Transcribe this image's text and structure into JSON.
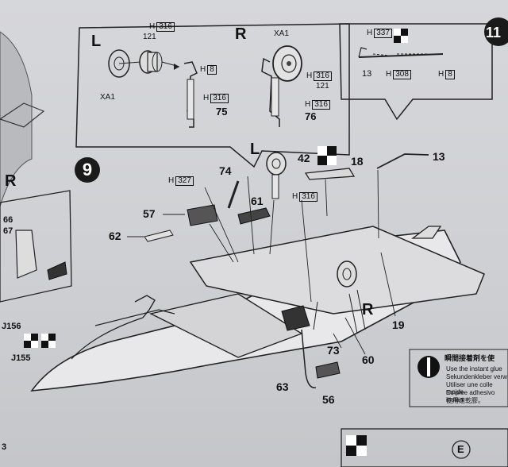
{
  "step": {
    "number": "9",
    "next_number": "11"
  },
  "callout_left": {
    "left_label": "L",
    "right_label": "R",
    "parts": {
      "xa1_left": "XA1",
      "p121_left": "121",
      "h316_top": "316",
      "h8": "8",
      "h316_mid": "316",
      "p75": "75",
      "xa1_right": "XA1",
      "h316_right_top": "316",
      "p121_right": "121",
      "h316_right_mid": "316",
      "p76": "76"
    }
  },
  "callout_right": {
    "h337": "337",
    "p13": "13",
    "h308": "308",
    "h8": "8"
  },
  "main": {
    "side_label_l": "L",
    "side_label_r": "R",
    "parts": {
      "p42": "42",
      "p18": "18",
      "p13": "13",
      "p74": "74",
      "h327": "327",
      "p61": "61",
      "h316": "316",
      "p57": "57",
      "p62": "62",
      "p19": "19",
      "p73": "73",
      "p60": "60",
      "p63": "63",
      "p56": "56"
    },
    "h_prefix": "H"
  },
  "left_margin": {
    "r_label": "R",
    "p66": "66",
    "p67": "67",
    "j156": "J156",
    "j155": "J155",
    "page_fragment": "3"
  },
  "glue_notice": {
    "jp": "瞬間接着剤を使",
    "en": "Use the instant glue",
    "de": "Sekundenkleber verw",
    "fr": "Utiliser une colle rapide",
    "es": "Emplee adhesivo instan",
    "cn": "使用速乾膠。"
  },
  "bottom_marker": "E"
}
